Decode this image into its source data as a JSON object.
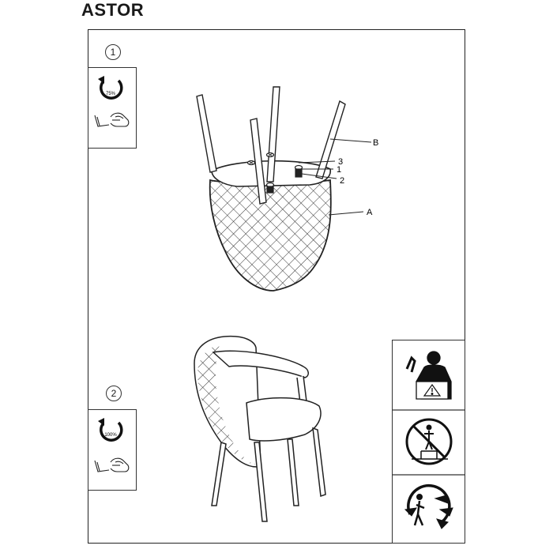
{
  "product": {
    "name": "ASTOR"
  },
  "steps": [
    {
      "number": "1",
      "torque": "75%"
    },
    {
      "number": "2",
      "torque": "100%"
    }
  ],
  "parts": {
    "A": "A",
    "B": "B",
    "p1": "1",
    "p2": "2",
    "p3": "3"
  }
}
